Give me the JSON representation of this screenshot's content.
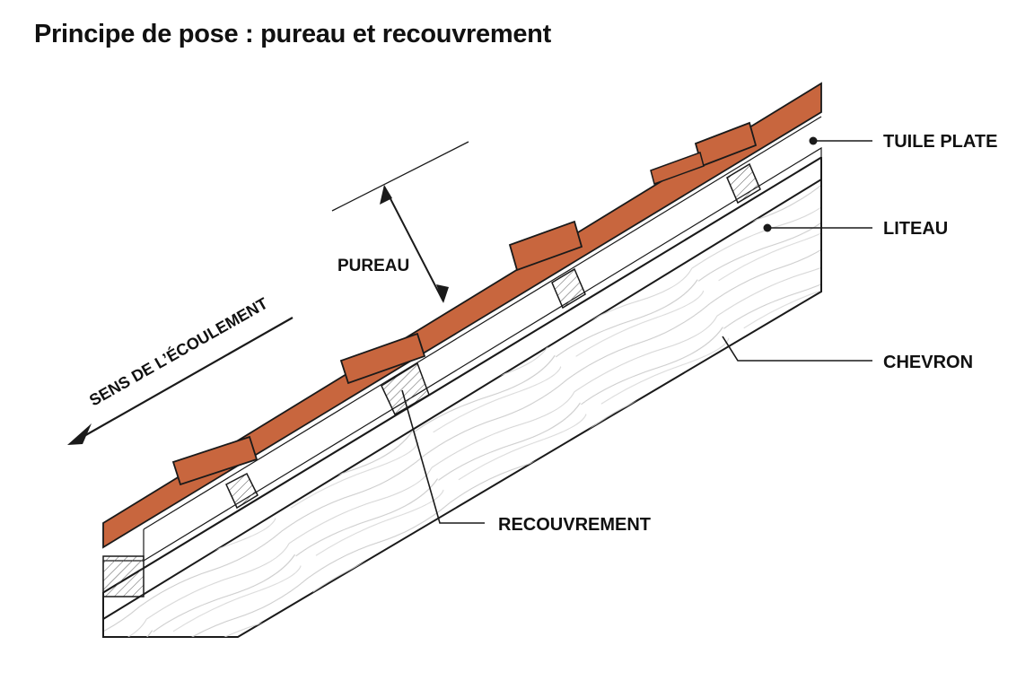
{
  "title": "Principe de pose : pureau et recouvrement",
  "labels": {
    "tuile_plate": "TUILE PLATE",
    "liteau": "LITEAU",
    "chevron": "CHEVRON",
    "pureau": "PUREAU",
    "recouvrement": "RECOUVREMENT",
    "sens_ecoulement": "SENS DE L’ÉCOULEMENT"
  },
  "colors": {
    "tile": "#c8663e",
    "outline": "#1a1a1a",
    "background": "#ffffff"
  }
}
